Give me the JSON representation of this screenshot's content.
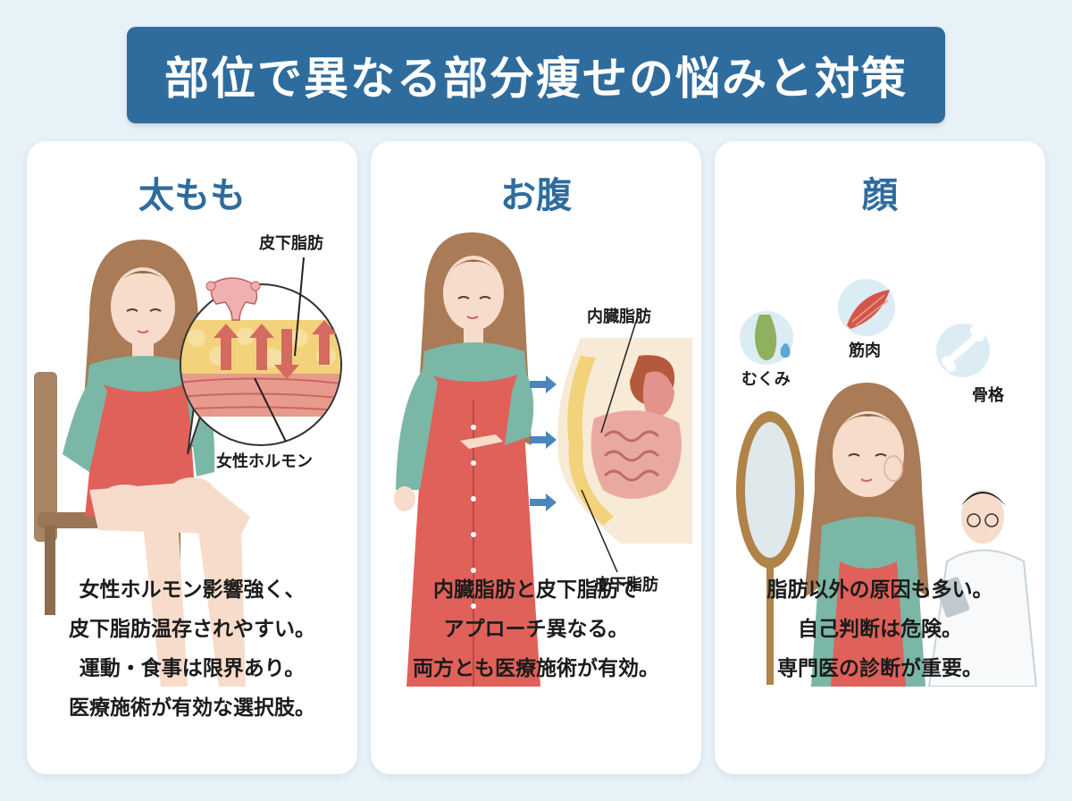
{
  "header": {
    "title": "部位で異なる部分痩せの悩みと対策"
  },
  "cards": [
    {
      "title": "太もも",
      "labels": {
        "subcutaneous_fat": "皮下脂肪",
        "female_hormone": "女性ホルモン"
      },
      "description": [
        "女性ホルモン影響強く、",
        "皮下脂肪温存されやすい。",
        "運動・食事は限界あり。",
        "医療施術が有効な選択肢。"
      ]
    },
    {
      "title": "お腹",
      "labels": {
        "visceral_fat": "内臓脂肪",
        "subcutaneous_fat": "皮下脂肪"
      },
      "description": [
        "内臓脂肪と皮下脂肪で",
        "アプローチ異なる。",
        "両方とも医療施術が有効。"
      ]
    },
    {
      "title": "顔",
      "labels": {
        "swelling": "むくみ",
        "muscle": "筋肉",
        "bone": "骨格"
      },
      "description": [
        "脂肪以外の原因も多い。",
        "自己判断は危険。",
        "専門医の診断が重要。"
      ]
    }
  ],
  "colors": {
    "accent": "#2f6c9e",
    "background": "#e6f1f8",
    "dress": "#e0615a",
    "blouse": "#7bb7a6",
    "hair": "#a97b57",
    "fat": "#f2d27a"
  }
}
